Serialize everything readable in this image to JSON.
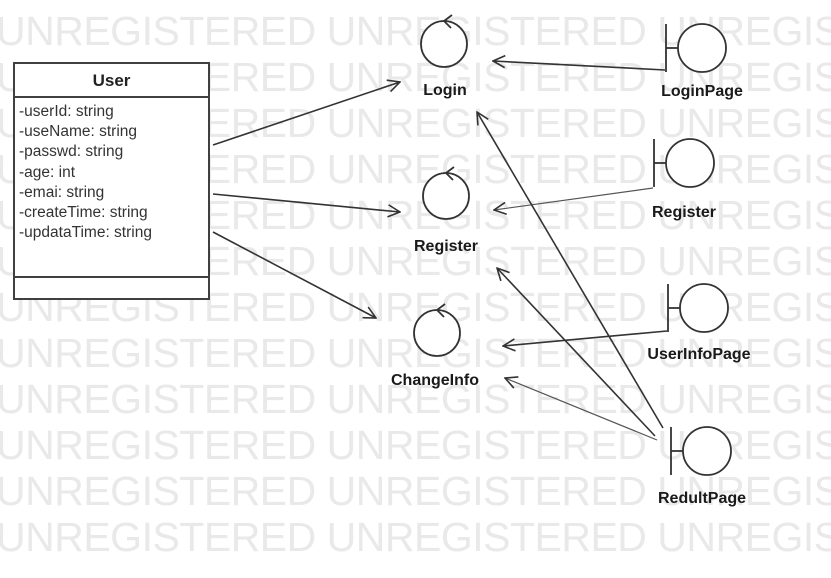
{
  "watermark": {
    "text": "UNREGISTERED UNREGISTERED UNREGISTERED UNREGISTERED"
  },
  "class": {
    "name": "User",
    "attributes": [
      "-userId: string",
      "-useName: string",
      "-passwd: string",
      "-age: int",
      "-emai: string",
      "-createTime: string",
      "-updataTime: string"
    ]
  },
  "controls": [
    {
      "label": "Login"
    },
    {
      "label": "Register"
    },
    {
      "label": "ChangeInfo"
    }
  ],
  "boundaries": [
    {
      "label": "LoginPage"
    },
    {
      "label": "Register"
    },
    {
      "label": "UserInfoPage"
    },
    {
      "label": "RedultPage"
    }
  ],
  "colors": {
    "stroke": "#333333",
    "watermark": "#e9e9e9"
  }
}
